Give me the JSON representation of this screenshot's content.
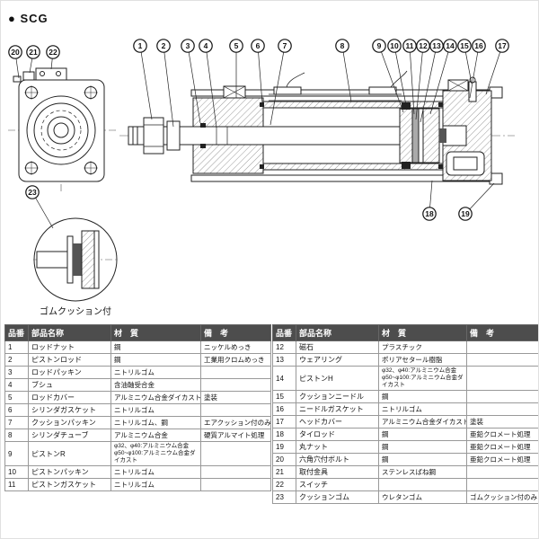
{
  "title": "● SCG",
  "diagram": {
    "detail_caption": "ゴムクッション付"
  },
  "callouts": [
    "1",
    "2",
    "3",
    "4",
    "5",
    "6",
    "7",
    "8",
    "9",
    "10",
    "11",
    "12",
    "13",
    "14",
    "15",
    "16",
    "17",
    "18",
    "19",
    "20",
    "21",
    "22",
    "23"
  ],
  "tables": {
    "header": {
      "no": "品番",
      "name": "部品名称",
      "material": "材　質",
      "remarks": "備　考"
    },
    "left_rows": [
      {
        "no": "1",
        "name": "ロッドナット",
        "material": "鋼",
        "remarks": "ニッケルめっき"
      },
      {
        "no": "2",
        "name": "ピストンロッド",
        "material": "鋼",
        "remarks": "工業用クロムめっき"
      },
      {
        "no": "3",
        "name": "ロッドパッキン",
        "material": "ニトリルゴム",
        "remarks": ""
      },
      {
        "no": "4",
        "name": "ブシュ",
        "material": "含油軸受合金",
        "remarks": ""
      },
      {
        "no": "5",
        "name": "ロッドカバー",
        "material": "アルミニウム合金ダイカスト",
        "remarks": "塗装"
      },
      {
        "no": "6",
        "name": "シリンダガスケット",
        "material": "ニトリルゴム",
        "remarks": ""
      },
      {
        "no": "7",
        "name": "クッションパッキン",
        "material": "ニトリルゴム、鋼",
        "remarks": "エアクッション付のみ"
      },
      {
        "no": "8",
        "name": "シリンダチューブ",
        "material": "アルミニウム合金",
        "remarks": "硬質アルマイト処理"
      },
      {
        "no": "9",
        "name": "ピストンR",
        "material": "φ32、φ40:アルミニウム合金\nφ50~φ100:アルミニウム合金ダイカスト",
        "remarks": ""
      },
      {
        "no": "10",
        "name": "ピストンパッキン",
        "material": "ニトリルゴム",
        "remarks": ""
      },
      {
        "no": "11",
        "name": "ピストンガスケット",
        "material": "ニトリルゴム",
        "remarks": ""
      }
    ],
    "right_rows": [
      {
        "no": "12",
        "name": "磁石",
        "material": "プラスチック",
        "remarks": ""
      },
      {
        "no": "13",
        "name": "ウェアリング",
        "material": "ポリアセタール樹脂",
        "remarks": ""
      },
      {
        "no": "14",
        "name": "ピストンH",
        "material": "φ32、φ40:アルミニウム合金\nφ50~φ100:アルミニウム合金ダイカスト",
        "remarks": ""
      },
      {
        "no": "15",
        "name": "クッションニードル",
        "material": "鋼",
        "remarks": ""
      },
      {
        "no": "16",
        "name": "ニードルガスケット",
        "material": "ニトリルゴム",
        "remarks": ""
      },
      {
        "no": "17",
        "name": "ヘッドカバー",
        "material": "アルミニウム合金ダイカスト",
        "remarks": "塗装"
      },
      {
        "no": "18",
        "name": "タイロッド",
        "material": "鋼",
        "remarks": "亜鉛クロメート処理"
      },
      {
        "no": "19",
        "name": "丸ナット",
        "material": "鋼",
        "remarks": "亜鉛クロメート処理"
      },
      {
        "no": "20",
        "name": "六角穴付ボルト",
        "material": "鋼",
        "remarks": "亜鉛クロメート処理"
      },
      {
        "no": "21",
        "name": "取付金具",
        "material": "ステンレスばね鋼",
        "remarks": ""
      },
      {
        "no": "22",
        "name": "スイッチ",
        "material": "",
        "remarks": ""
      },
      {
        "no": "23",
        "name": "クッションゴム",
        "material": "ウレタンゴム",
        "remarks": "ゴムクッション付のみ"
      }
    ]
  }
}
